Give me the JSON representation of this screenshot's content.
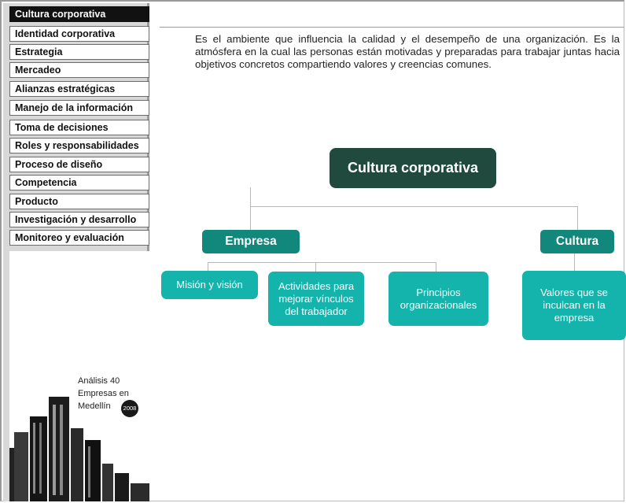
{
  "sidebar": {
    "items": [
      {
        "label": "Cultura corporativa",
        "active": true
      },
      {
        "label": "Identidad corporativa"
      },
      {
        "label": "Estrategia"
      },
      {
        "label": "Mercadeo"
      },
      {
        "label": "Alianzas estratégicas"
      },
      {
        "label": "Manejo de la información"
      },
      {
        "label": "Toma de decisiones"
      },
      {
        "label": "Roles y responsabilidades"
      },
      {
        "label": "Proceso de diseño"
      },
      {
        "label": "Competencia"
      },
      {
        "label": "Producto"
      },
      {
        "label": "Investigación y desarrollo"
      },
      {
        "label": "Monitoreo y evaluación"
      }
    ],
    "caption": [
      "Análisis 40",
      "Empresas en",
      "Medellín"
    ],
    "badge": "2008"
  },
  "main": {
    "intro": "Es el ambiente que influencia la calidad y el desempeño de una organización. Es la atmósfera en la cual las personas están motivadas y preparadas para trabajar juntas hacia objetivos concretos compartiendo valores y creencias comunes.",
    "diagram": {
      "root": "Cultura corporativa",
      "branch_empresa": "Empresa",
      "branch_cultura": "Cultura",
      "empresa_children": [
        "Misión y visión",
        "Actividades para mejorar vínculos del trabajador",
        "Principios organizacionales"
      ],
      "cultura_children": [
        "Valores que se inculcan en la empresa"
      ]
    }
  }
}
